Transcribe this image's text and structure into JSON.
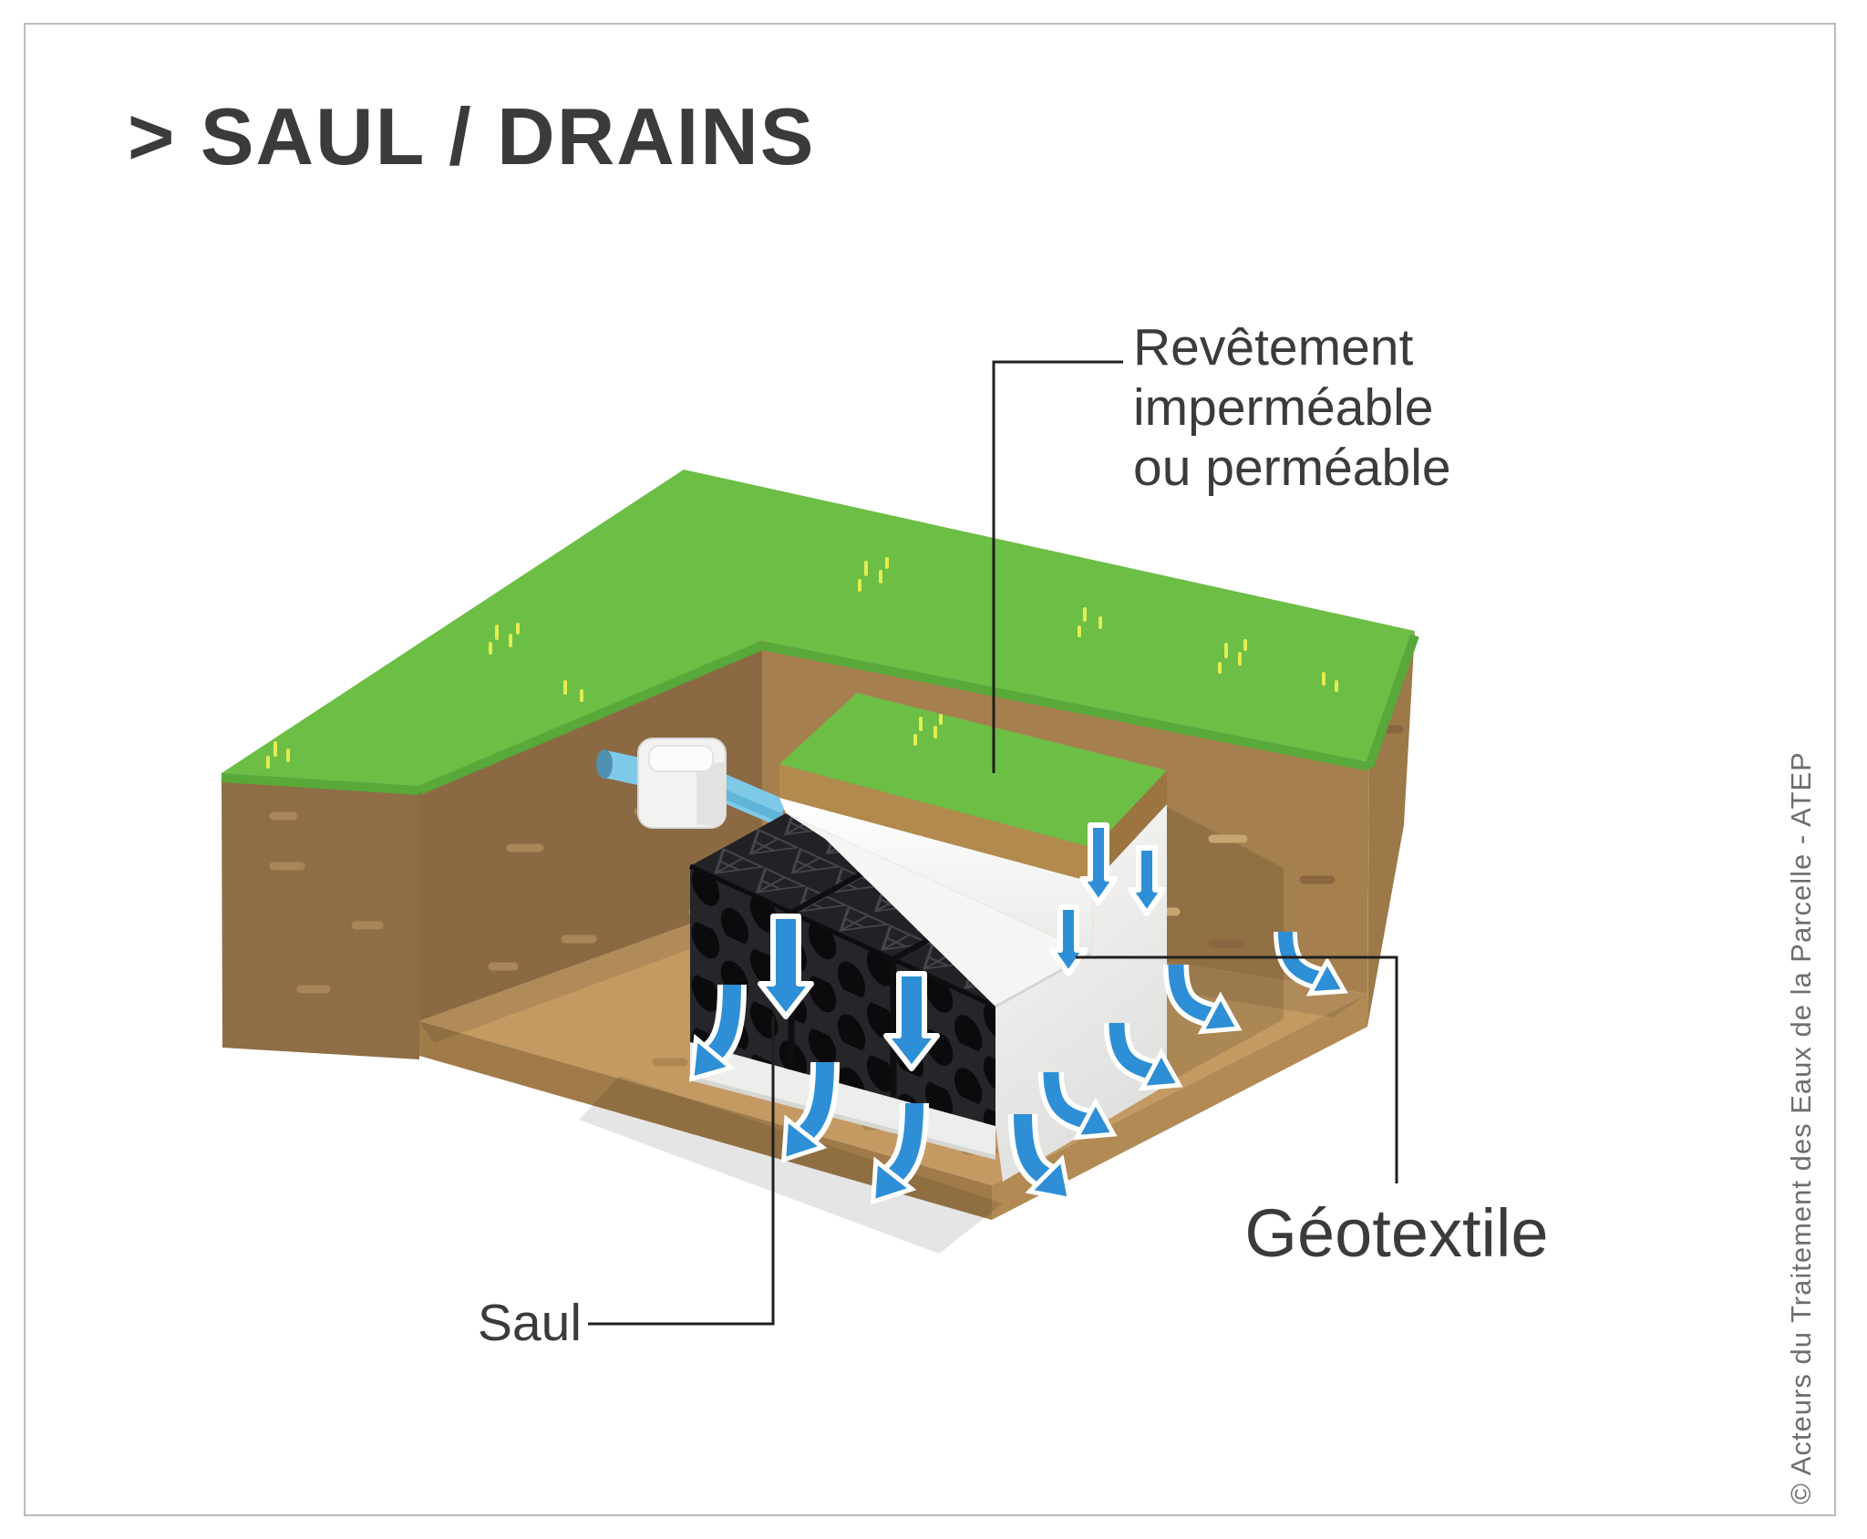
{
  "title": "> SAUL / DRAINS",
  "diagram": {
    "labels": {
      "cover_line1": "Revêtement",
      "cover_line2": "imperméable",
      "cover_line3": "ou perméable",
      "geotextile": "Géotextile",
      "saul": "Saul"
    },
    "credit": "© Acteurs du Traitement des Eaux de la Parcelle - ATEP",
    "colors": {
      "grass": "#6CBE45",
      "grass_edge": "#58A83A",
      "tuft_yellow": "#E3EC52",
      "soil_wall": "#A5804E",
      "soil_dark": "#8B6A43",
      "soil_dark2": "#8F6D45",
      "soil_outer": "#9D7848",
      "soil_floor": "#C49A62",
      "soil_slab_left": "#A07B49",
      "soil_slab_right": "#B28A54",
      "soil_cover_strip": "#B28A4D",
      "soil_cover_strip_dark": "#9B7440",
      "crate_black": "#26262A",
      "crate_top": "#222226",
      "geotextile_white": "#F1F1EF",
      "arrow_blue": "#2E8FD6",
      "pipe_blue": "#7FC9E8",
      "text": "#3B3B39",
      "credit_text": "#6E6E6E",
      "leader": "#1F1F1F",
      "border": "#BBBBBB"
    }
  }
}
